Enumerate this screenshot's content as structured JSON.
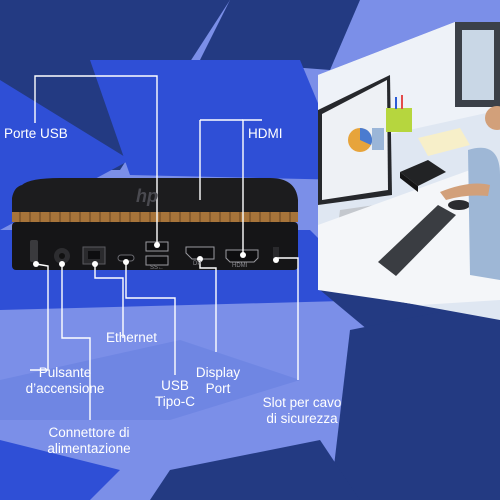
{
  "labels": {
    "usb_ports": "Porte USB",
    "hdmi": "HDMI",
    "ethernet": "Ethernet",
    "power_button_1": "Pulsante",
    "power_button_2": "d’accensione",
    "display_port_1": "Display",
    "display_port_2": "Port",
    "usb_c_1": "USB",
    "usb_c_2": "Tipo-C",
    "security_slot_1": "Slot per cavo",
    "security_slot_2": "di sicurezza",
    "power_connector_1": "Connettore di",
    "power_connector_2": "alimentazione"
  },
  "device": {
    "logo": "hp",
    "port_marks": {
      "usb_symbol": "SS←",
      "display_port": "DP",
      "hdmi": "HDMI"
    }
  },
  "colors": {
    "background": "#7b8fe8",
    "dark_band": "#233a82",
    "blue_band": "#2f4fd6",
    "device_body": "#1b1b1d",
    "device_accent": "#b07a3a",
    "line": "#ffffff"
  }
}
